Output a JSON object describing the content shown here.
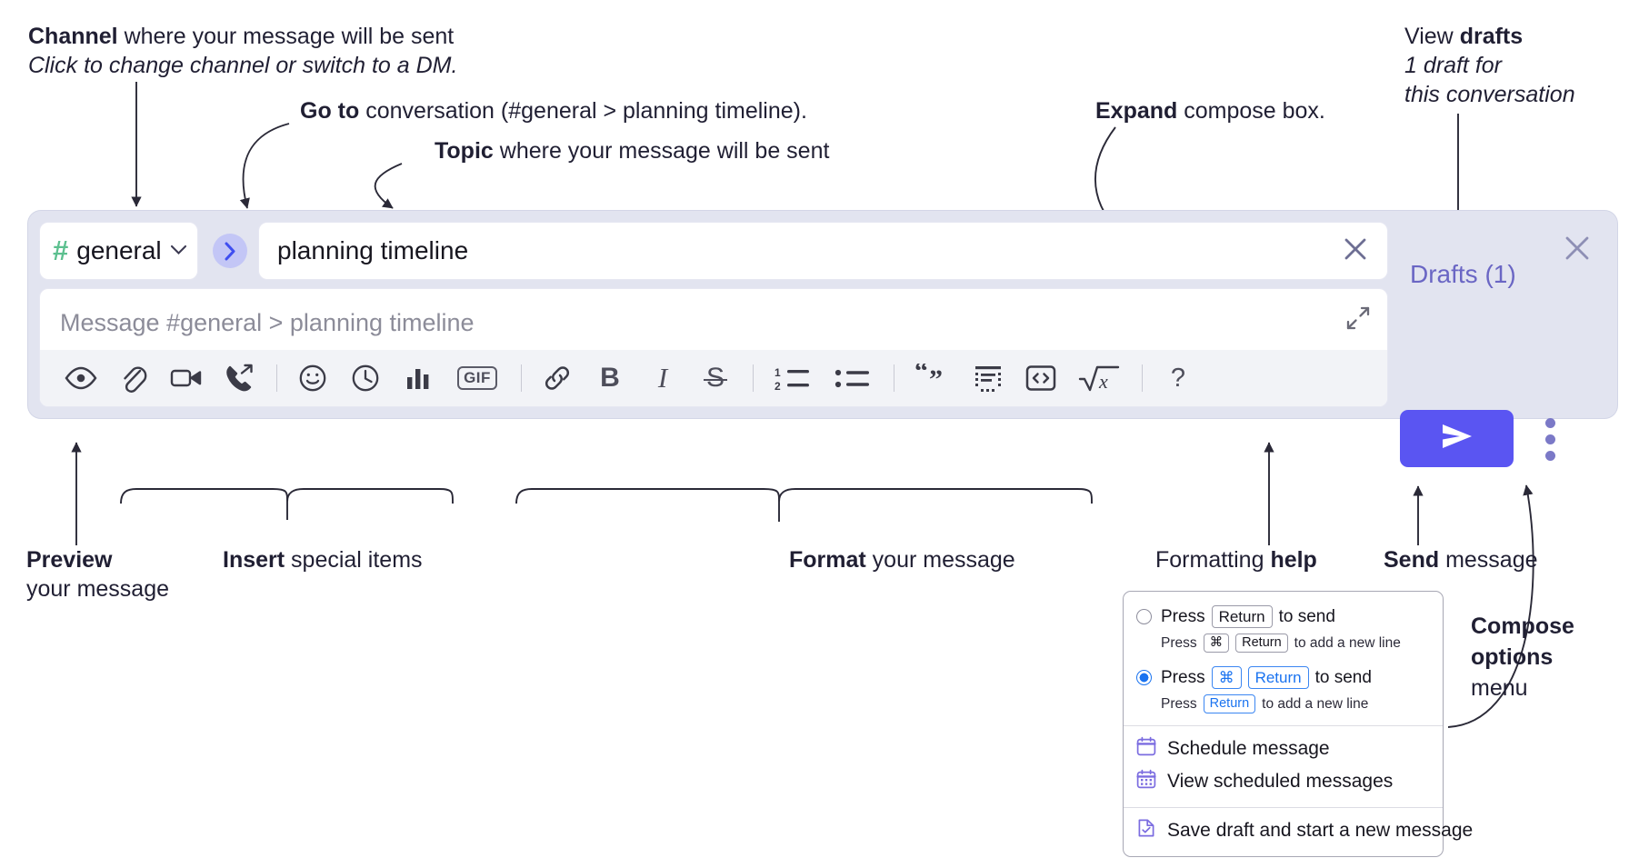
{
  "annotations": {
    "channel": {
      "line1_bold": "Channel",
      "line1_rest": " where your message will be sent",
      "line2_italic": "Click to change channel or switch to a DM."
    },
    "goto": {
      "bold": "Go to",
      "rest": " conversation (#general > planning timeline)."
    },
    "topic": {
      "bold": "Topic",
      "rest": " where your message will be sent"
    },
    "expand": {
      "bold": "Expand",
      "rest": " compose box."
    },
    "drafts": {
      "line1_plain": "View ",
      "line1_bold": "drafts",
      "line2_italic": "1 draft for",
      "line3_italic": "this conversation"
    },
    "preview": {
      "bold": "Preview",
      "line2": "your message"
    },
    "insert": {
      "bold": "Insert",
      "rest": " special items"
    },
    "format": {
      "bold": "Format",
      "rest": " your message"
    },
    "formatting_help": {
      "plain": "Formatting ",
      "bold": "help"
    },
    "send": {
      "bold": "Send",
      "rest": " message"
    },
    "compose_options": {
      "line1": "Compose",
      "line2": "options",
      "line3": "menu"
    }
  },
  "compose": {
    "channel": {
      "hash": "#",
      "name": "general",
      "chevron": "⌄"
    },
    "goto_button_glyph": "›",
    "topic": {
      "value": "planning timeline",
      "clear_icon": "close-icon"
    },
    "message": {
      "placeholder": "Message #general > planning timeline",
      "value": ""
    },
    "expand_icon": "expand-icon",
    "close_icon": "close-icon",
    "drafts_label": "Drafts (1)",
    "send_icon": "send-paper-plane-icon",
    "kebab_icon": "vertical-dots-icon",
    "toolbar": [
      {
        "name": "preview-icon",
        "label": "Preview"
      },
      {
        "name": "attachment-icon",
        "label": "Attach file"
      },
      {
        "name": "video-camera-icon",
        "label": "Record video clip"
      },
      {
        "name": "phone-forward-icon",
        "label": "Record audio clip"
      },
      {
        "name": "separator",
        "label": ""
      },
      {
        "name": "emoji-smiley-icon",
        "label": "Emoji"
      },
      {
        "name": "clock-icon",
        "label": "Schedule"
      },
      {
        "name": "bar-chart-icon",
        "label": "Poll"
      },
      {
        "name": "gif-icon",
        "label": "GIF"
      },
      {
        "name": "separator",
        "label": ""
      },
      {
        "name": "link-icon",
        "label": "Link"
      },
      {
        "name": "bold-icon",
        "label": "B"
      },
      {
        "name": "italic-icon",
        "label": "I"
      },
      {
        "name": "strikethrough-icon",
        "label": "S"
      },
      {
        "name": "separator",
        "label": ""
      },
      {
        "name": "ordered-list-icon",
        "label": "Ordered list"
      },
      {
        "name": "bulleted-list-icon",
        "label": "Bulleted list"
      },
      {
        "name": "separator",
        "label": ""
      },
      {
        "name": "blockquote-icon",
        "label": "Blockquote"
      },
      {
        "name": "code-block-icon",
        "label": "Code block"
      },
      {
        "name": "inline-code-icon",
        "label": "Code"
      },
      {
        "name": "math-icon",
        "label": "Math"
      },
      {
        "name": "separator",
        "label": ""
      },
      {
        "name": "help-icon",
        "label": "?"
      }
    ]
  },
  "menu": {
    "options": [
      {
        "selected": false,
        "prefix": "Press",
        "key": "Return",
        "suffix": "to send",
        "sub_prefix": "Press",
        "sub_key1": "⌘",
        "sub_key2": "Return",
        "sub_suffix": "to add a new line"
      },
      {
        "selected": true,
        "prefix": "Press",
        "key1": "⌘",
        "key2": "Return",
        "suffix": "to send",
        "sub_prefix": "Press",
        "sub_key": "Return",
        "sub_suffix": "to add a new line"
      }
    ],
    "items": [
      {
        "icon": "calendar-clock-icon",
        "label": "Schedule message"
      },
      {
        "icon": "calendar-grid-icon",
        "label": "View scheduled messages"
      },
      {
        "icon": "document-check-icon",
        "label": "Save draft and start a new message"
      }
    ]
  },
  "colors": {
    "panel_bg": "#e2e4f0",
    "send_button": "#5a55f2",
    "drafts_text": "#6a66c4",
    "hash_green": "#5cc08f",
    "goto_circle": "#c3c6f6",
    "accent_blue": "#1a73f0",
    "menu_icon_purple": "#7b6ce0",
    "toolbar_bg": "#f2f3f7",
    "text": "#201f33"
  }
}
